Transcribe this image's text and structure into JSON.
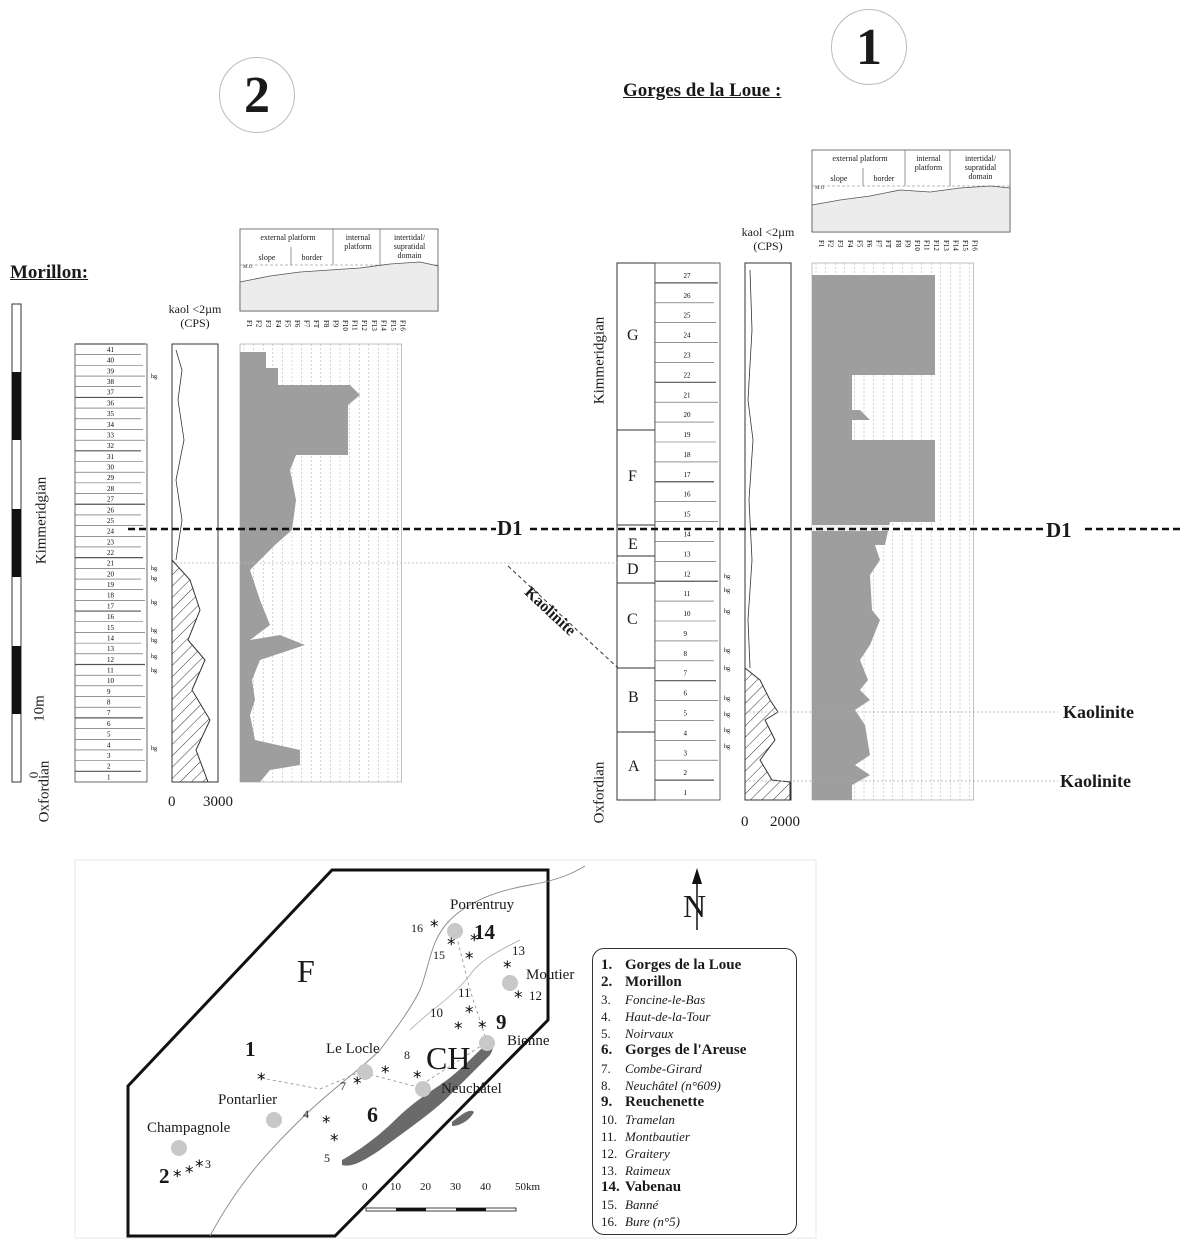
{
  "circle_labels": {
    "right": "1",
    "left": "2"
  },
  "titles": {
    "gorges": "Gorges de la Loue :",
    "morillon": "Morillon:"
  },
  "environment_box": {
    "external_platform": "external platform",
    "slope": "slope",
    "border": "border",
    "internal_platform": "internal platform",
    "intertidal": "intertidal/ supratidal domain",
    "small_code": "M.O"
  },
  "kaol_axis": {
    "label_line1": "kaol <2µm",
    "label_line2": "(CPS)",
    "left_min": "0",
    "left_max": "3000",
    "right_min": "0",
    "right_max": "2000"
  },
  "stages": {
    "kimmeridgian": "Kimmeridgian",
    "oxfordian": "Oxfordian"
  },
  "scale_label": "10m",
  "scale_zero": "0",
  "facies_columns": [
    "F1",
    "F2",
    "F3",
    "F4",
    "F5",
    "F6",
    "F7",
    "FT",
    "F8",
    "F9",
    "F10",
    "F11",
    "F12",
    "F13",
    "F14",
    "F15",
    "F16"
  ],
  "left_bed_numbers": [
    "1",
    "2",
    "3",
    "4",
    "5",
    "6",
    "7",
    "8",
    "9",
    "10",
    "11",
    "12",
    "13",
    "14",
    "15",
    "16",
    "17",
    "18",
    "19",
    "20",
    "21",
    "22",
    "23",
    "24",
    "25",
    "26",
    "27",
    "28",
    "29",
    "30",
    "31",
    "32",
    "33",
    "34",
    "35",
    "36",
    "37",
    "38",
    "39",
    "40",
    "41"
  ],
  "right_bed_numbers": [
    "1",
    "2",
    "3",
    "4",
    "5",
    "6",
    "7",
    "8",
    "9",
    "10",
    "11",
    "12",
    "13",
    "14",
    "15",
    "16",
    "17",
    "18",
    "19",
    "20",
    "21",
    "22",
    "23",
    "24",
    "25",
    "26",
    "27"
  ],
  "hg_mark": "hg",
  "sequence_letters": [
    "G",
    "F",
    "E",
    "D",
    "C",
    "B",
    "A"
  ],
  "annotations": {
    "d1": "D1",
    "kaolinite_diag": "Kaolinite",
    "kaolinite_upper": "Kaolinite",
    "kaolinite_lower": "Kaolinite"
  },
  "map": {
    "north": "N",
    "country_france": "F",
    "country_switzerland": "CH",
    "towns": {
      "porrentruy": "Porrentruy",
      "moutier": "Moutier",
      "bienne": "Bienne",
      "le_locle": "Le Locle",
      "neuchatel": "Neuchâtel",
      "pontarlier": "Pontarlier",
      "champagnole": "Champagnole"
    },
    "site_numbers": [
      "1",
      "2",
      "3",
      "4",
      "5",
      "6",
      "7",
      "8",
      "9",
      "10",
      "11",
      "12",
      "13",
      "14",
      "15",
      "16"
    ],
    "scale_ticks": [
      "0",
      "10",
      "20",
      "30",
      "40",
      "50km"
    ]
  },
  "legend": [
    {
      "n": "1.",
      "name": "Gorges de la Loue",
      "major": true
    },
    {
      "n": "2.",
      "name": "Morillon",
      "major": true
    },
    {
      "n": "3.",
      "name": "Foncine-le-Bas",
      "major": false
    },
    {
      "n": "4.",
      "name": "Haut-de-la-Tour",
      "major": false
    },
    {
      "n": "5.",
      "name": "Noirvaux",
      "major": false
    },
    {
      "n": "6.",
      "name": "Gorges de l'Areuse",
      "major": true
    },
    {
      "n": "7.",
      "name": "Combe-Girard",
      "major": false
    },
    {
      "n": "8.",
      "name": "Neuchâtel (n°609)",
      "major": false
    },
    {
      "n": "9.",
      "name": "Reuchenette",
      "major": true
    },
    {
      "n": "10.",
      "name": "Tramelan",
      "major": false
    },
    {
      "n": "11.",
      "name": "Montbautier",
      "major": false
    },
    {
      "n": "12.",
      "name": "Graitery",
      "major": false
    },
    {
      "n": "13.",
      "name": "Raimeux",
      "major": false
    },
    {
      "n": "14.",
      "name": "Vabenau",
      "major": true
    },
    {
      "n": "15.",
      "name": "Banné",
      "major": false
    },
    {
      "n": "16.",
      "name": "Bure  (n°5)",
      "major": false
    }
  ],
  "colors": {
    "fill": "#9e9e9e",
    "dark": "#6a6a6a",
    "dot": "#c8c8c8",
    "line": "#222222"
  }
}
